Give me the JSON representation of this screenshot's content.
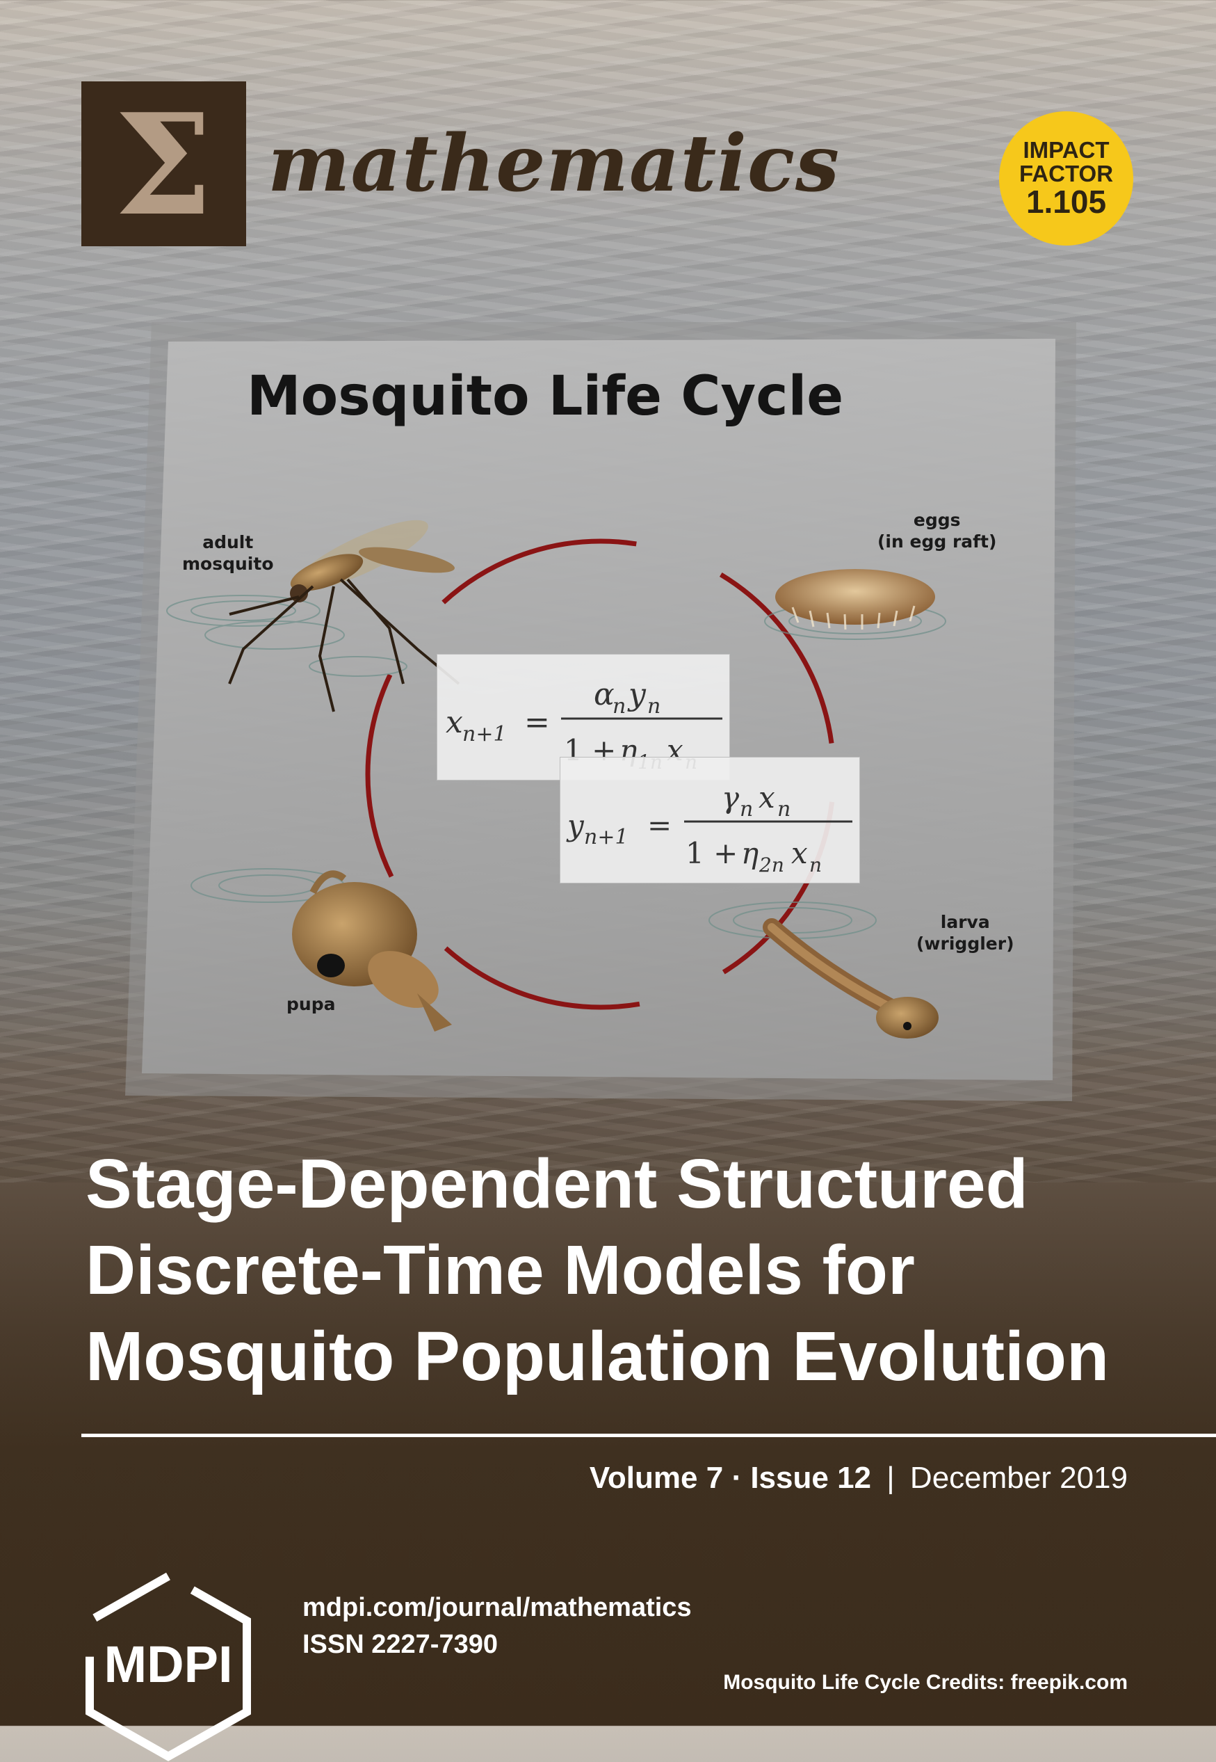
{
  "journal": {
    "name": "mathematics",
    "logo_symbol": "Σ",
    "brand_color": "#3b2a1b",
    "sigma_color": "#b39b84"
  },
  "impact": {
    "line1": "IMPACT",
    "line2": "FACTOR",
    "value": "1.105",
    "color": "#f6c81b"
  },
  "poster": {
    "title": "Mosquito Life Cycle",
    "stages": {
      "adult": "adult\nmosquito",
      "eggs": "eggs\n(in egg raft)",
      "larva": "larva\n(wriggler)",
      "pupa": "pupa"
    },
    "ring_color": "#8a1414"
  },
  "article": {
    "title_lines": [
      "Stage-Dependent Structured",
      "Discrete-Time Models for",
      "Mosquito Population Evolution"
    ]
  },
  "issue": {
    "volume": "Volume 7",
    "dot": "·",
    "issue": "Issue 12",
    "separator": "|",
    "date": "December 2019"
  },
  "publisher": {
    "logo_text": "MDPI",
    "url": "mdpi.com/journal/mathematics",
    "issn": "ISSN 2227-7390"
  },
  "credits": "Mosquito Life Cycle Credits: freepik.com"
}
